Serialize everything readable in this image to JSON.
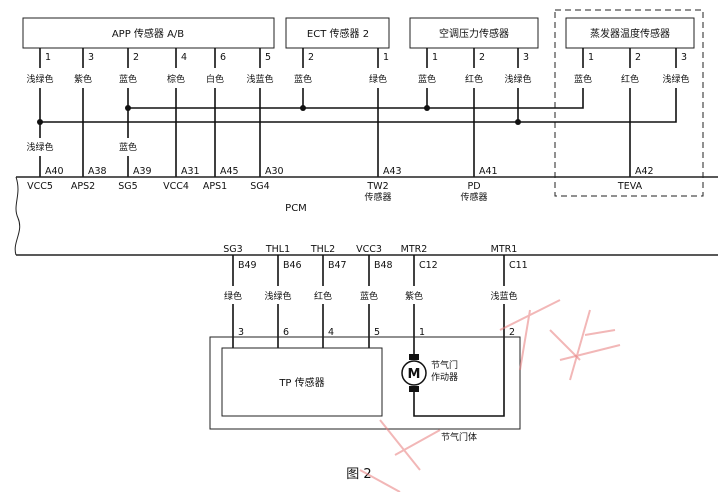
{
  "sensors": {
    "app": {
      "title": "APP 传感器 A/B",
      "pins": [
        "1",
        "3",
        "2",
        "4",
        "6",
        "5"
      ],
      "wire_colors": [
        "浅绿色",
        "紫色",
        "蓝色",
        "棕色",
        "白色",
        "浅蓝色"
      ]
    },
    "ect": {
      "title": "ECT 传感器 2",
      "pins": [
        "2",
        "1"
      ],
      "wire_colors": [
        "蓝色",
        "绿色"
      ]
    },
    "ac_pressure": {
      "title": "空调压力传感器",
      "pins": [
        "1",
        "2",
        "3"
      ],
      "wire_colors": [
        "蓝色",
        "红色",
        "浅绿色"
      ]
    },
    "evap_temp": {
      "title": "蒸发器温度传感器",
      "pins": [
        "1",
        "2",
        "3"
      ],
      "wire_colors": [
        "蓝色",
        "红色",
        "浅绿色"
      ]
    }
  },
  "lower_colors": {
    "left": "浅绿色",
    "mid": "蓝色"
  },
  "pcm": {
    "label": "PCM",
    "top_pins": [
      "A40",
      "A38",
      "A39",
      "A31",
      "A45",
      "A30",
      "A43",
      "A41",
      "A42"
    ],
    "top_signals": [
      "VCC5",
      "APS2",
      "SG5",
      "VCC4",
      "APS1",
      "SG4",
      "TW2",
      "PD",
      "TEVA"
    ],
    "top_sub": [
      "传感器",
      "传感器"
    ],
    "bottom_signals": [
      "SG3",
      "THL1",
      "THL2",
      "VCC3",
      "MTR2",
      "MTR1"
    ],
    "bottom_pins": [
      "B49",
      "B46",
      "B47",
      "B48",
      "C12",
      "C11"
    ]
  },
  "throttle": {
    "wire_colors": [
      "绿色",
      "浅绿色",
      "红色",
      "蓝色",
      "紫色",
      "浅蓝色"
    ],
    "pins": [
      "3",
      "6",
      "4",
      "5",
      "1",
      "2"
    ],
    "tp_sensor": "TP 传感器",
    "motor_symbol": "M",
    "actuator": [
      "节气门",
      "作动器"
    ],
    "body": "节气门体"
  },
  "figure_caption": "图 2"
}
